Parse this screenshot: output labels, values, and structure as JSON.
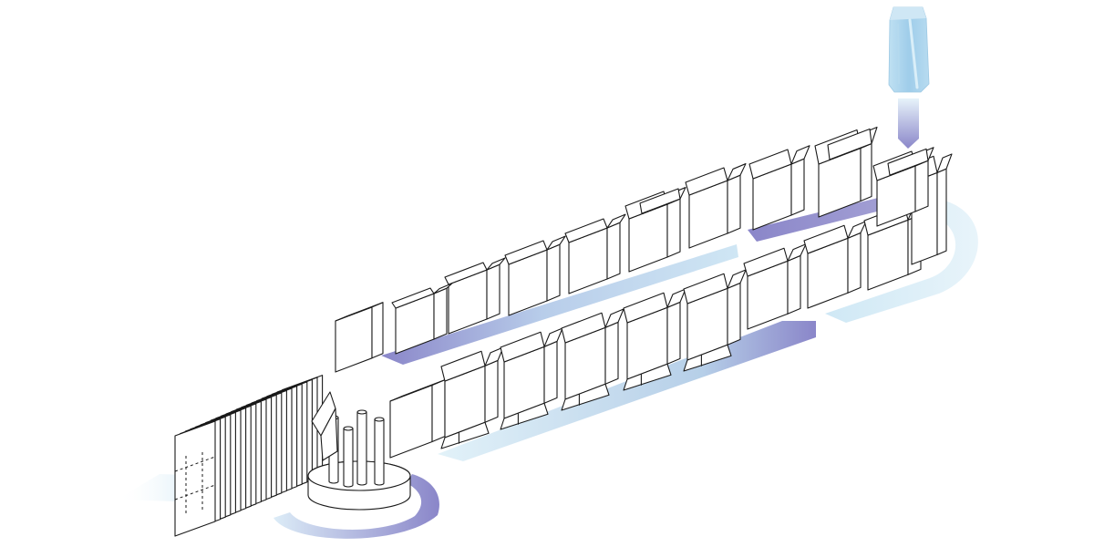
{
  "diagram": {
    "kind": "packaging-line-flow",
    "colors": {
      "flow_light": "#d6ecf6",
      "flow_dark": "#8a86c9",
      "stroke": "#1a1a1a",
      "bag": "#a9d3ec"
    },
    "stages": [
      {
        "id": "blank-magazine",
        "icon": "flat-blank-stack-icon",
        "count": 22
      },
      {
        "id": "carton-erector",
        "icon": "mandrel-turret-icon",
        "count": 4
      },
      {
        "id": "bottom-fold-line",
        "icon": "carton-icon",
        "count": 7
      },
      {
        "id": "bag-infeed",
        "icon": "bag-icon",
        "count": 1
      },
      {
        "id": "turn-around",
        "icon": "conveyor-bend-icon",
        "count": 1
      },
      {
        "id": "top-fold-line",
        "icon": "carton-icon",
        "count": 9
      }
    ]
  }
}
